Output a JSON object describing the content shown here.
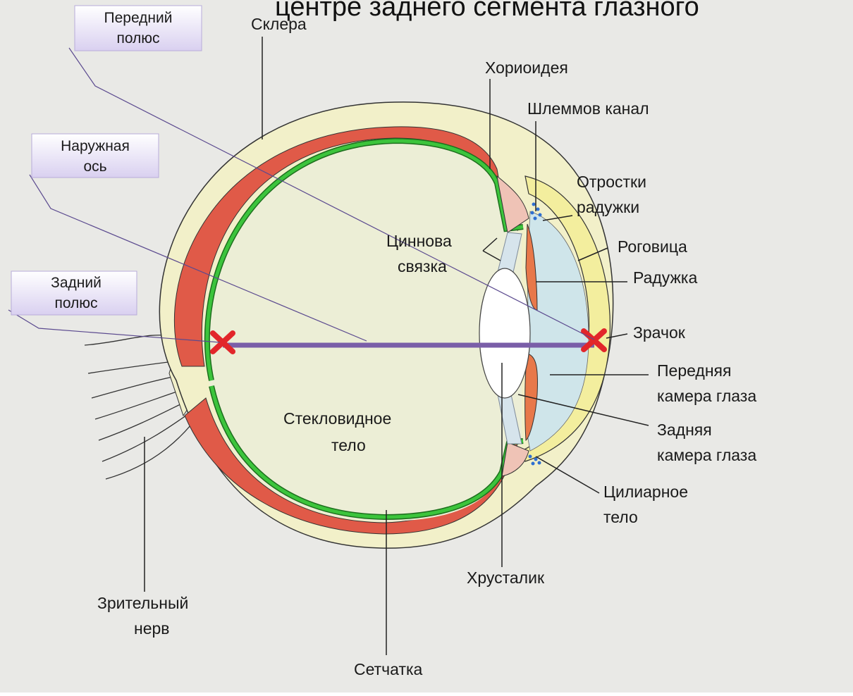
{
  "title": "центре заднего сегмента глазного",
  "callouts": {
    "anterior_pole": [
      "Передний",
      "полюс"
    ],
    "outer_axis": [
      "Наружная",
      "ось"
    ],
    "posterior_pole": [
      "Задний",
      "полюс"
    ]
  },
  "labels": {
    "sclera": "Склера",
    "choroid": "Хориоидея",
    "schlemm": "Шлеммов канал",
    "iris_processes": [
      "Отростки",
      "радужки"
    ],
    "cornea": "Роговица",
    "iris": "Радужка",
    "zinn": [
      "Циннова",
      "связка"
    ],
    "pupil": "Зрачок",
    "anterior_chamber": [
      "Передняя",
      "камера глаза"
    ],
    "posterior_chamber": [
      "Задняя",
      "камера глаза"
    ],
    "vitreous": [
      "Стекловидное",
      "тело"
    ],
    "ciliary": [
      "Цилиарное",
      "тело"
    ],
    "lens": "Хрусталик",
    "optic_nerve": [
      "Зрительный",
      "нерв"
    ],
    "retina": "Сетчатка"
  },
  "colors": {
    "background": "#e9e9e6",
    "sclera": "#f2f0c9",
    "choroid": "#e05a48",
    "retina": "#3cc43c",
    "vitreous": "#eceed6",
    "cornea": "#f3ee9e",
    "aqueous": "#cfe5ea",
    "iris": "#e8784a",
    "axis": "#7a5ea8",
    "marker": "#e2262a",
    "callout_bg": "#e7e1f5"
  }
}
